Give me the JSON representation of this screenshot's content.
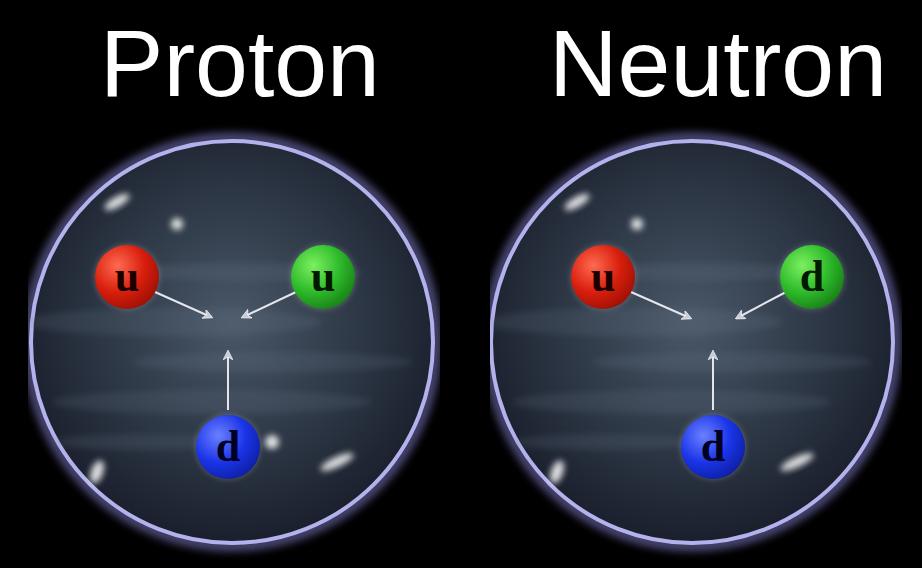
{
  "diagram": {
    "nodes": [
      {
        "text": [
          "Proton"
        ]
      },
      {
        "text": [
          "u"
        ],
        "in": 0
      },
      {
        "text": [
          "u"
        ],
        "in": 0
      },
      {
        "text": [
          "d"
        ],
        "in": 0
      },
      {
        "text": [
          "Neutron"
        ]
      },
      {
        "text": [
          "u"
        ],
        "in": 4
      },
      {
        "text": [
          "d"
        ],
        "in": 4
      },
      {
        "text": [
          "d"
        ],
        "in": 4
      }
    ]
  }
}
